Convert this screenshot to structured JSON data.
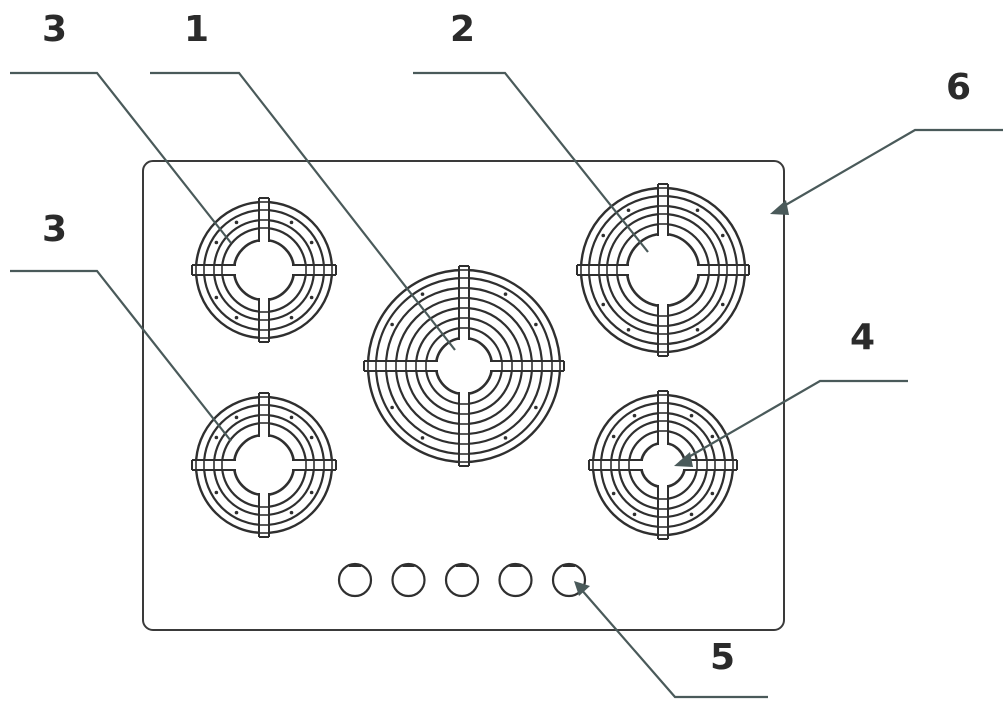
{
  "callouts": [
    {
      "id": "top-left-burner",
      "label": "3"
    },
    {
      "id": "bottom-left-burner",
      "label": "3"
    },
    {
      "id": "center-wok-burner",
      "label": "1"
    },
    {
      "id": "top-right-burner",
      "label": "2"
    },
    {
      "id": "hob-surface",
      "label": "6"
    },
    {
      "id": "bottom-right-burner",
      "label": "4"
    },
    {
      "id": "control-knobs",
      "label": "5"
    }
  ],
  "knob_count": 5,
  "colors": {
    "line": "#3a3a3a",
    "leader": "#4a5a5a",
    "text": "#2b2b2b"
  }
}
